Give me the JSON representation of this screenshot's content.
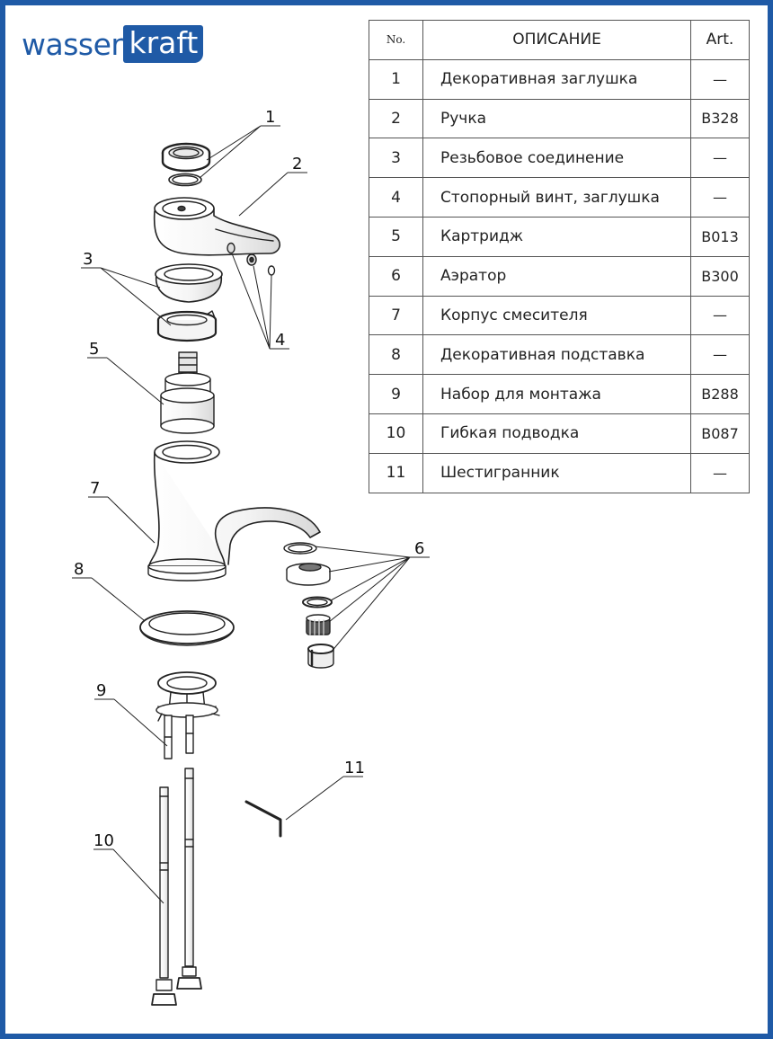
{
  "brand": {
    "part1": "wasser",
    "part2": "kraft"
  },
  "table": {
    "headers": {
      "no": "No.",
      "description": "ОПИСАНИЕ",
      "art": "Art."
    },
    "rows": [
      {
        "no": "1",
        "description": "Декоративная заглушка",
        "art": "—"
      },
      {
        "no": "2",
        "description": "Ручка",
        "art": "B328"
      },
      {
        "no": "3",
        "description": "Резьбовое соединение",
        "art": "—"
      },
      {
        "no": "4",
        "description": "Стопорный винт, заглушка",
        "art": "—"
      },
      {
        "no": "5",
        "description": "Картридж",
        "art": "B013"
      },
      {
        "no": "6",
        "description": "Аэратор",
        "art": "B300"
      },
      {
        "no": "7",
        "description": "Корпус смесителя",
        "art": "—"
      },
      {
        "no": "8",
        "description": "Декоративная подставка",
        "art": "—"
      },
      {
        "no": "9",
        "description": "Набор для монтажа",
        "art": "B288"
      },
      {
        "no": "10",
        "description": "Гибкая подводка",
        "art": "B087"
      },
      {
        "no": "11",
        "description": "Шестигранник",
        "art": "—"
      }
    ]
  },
  "callouts": {
    "c1": "1",
    "c2": "2",
    "c3": "3",
    "c4": "4",
    "c5": "5",
    "c6": "6",
    "c7": "7",
    "c8": "8",
    "c9": "9",
    "c10": "10",
    "c11": "11"
  },
  "colors": {
    "brand_blue": "#1f5aa6",
    "line": "#222222"
  }
}
